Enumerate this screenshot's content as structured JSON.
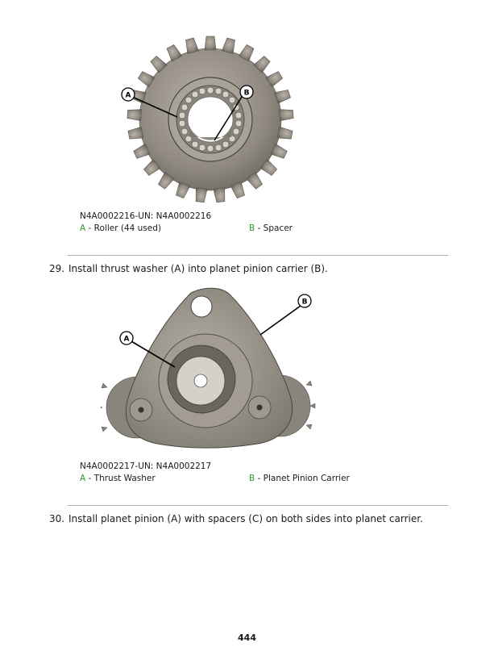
{
  "figures": [
    {
      "id": "N4A0002216",
      "caption": "N4A0002216-UN: N4A0002216",
      "subject": "gear with roller bearing and spacer",
      "callouts": [
        {
          "letter": "A",
          "label": " - Roller (44 used)"
        },
        {
          "letter": "B",
          "label": " - Spacer"
        }
      ]
    },
    {
      "id": "N4A0002217",
      "caption": "N4A0002217-UN: N4A0002217",
      "subject": "planet pinion carrier with thrust washer",
      "callouts": [
        {
          "letter": "A",
          "label": " - Thrust Washer"
        },
        {
          "letter": "B",
          "label": " - Planet Pinion Carrier"
        }
      ]
    }
  ],
  "steps": [
    {
      "number": "29.",
      "text": "Install thrust washer (A) into planet pinion carrier (B)."
    },
    {
      "number": "30.",
      "text": "Install planet pinion (A) with spacers (C) on both sides into planet carrier."
    }
  ],
  "page_number": "444",
  "colors": {
    "legend_letter": "#2e9a2e",
    "separator": "#b0b0b0",
    "metal": "#9a948a"
  }
}
